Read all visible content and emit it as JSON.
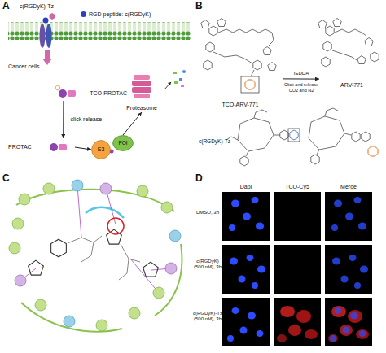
{
  "diagram": {
    "nodes": [
      {
        "text": [
          "TCO-PROTAC"
        ]
      },
      {
        "text": [
          "PROTAC"
        ]
      },
      {
        "text": [
          "E3"
        ]
      },
      {
        "text": [
          "POI"
        ]
      },
      {
        "text": [
          "Proteasome"
        ]
      },
      {
        "text": [
          "TCO-ARV-771"
        ]
      },
      {
        "text": [
          "ARV-771"
        ]
      },
      {
        "text": [
          "c(RGDyK)-Tz"
        ]
      }
    ],
    "edges": [
      {
        "from": 0,
        "to": 1,
        "label": "click release",
        "arrow": "to"
      },
      {
        "from": 1,
        "to": 2,
        "arrow": "to"
      },
      {
        "from": 3,
        "to": 4,
        "arrow": "to"
      },
      {
        "from": 5,
        "to": 6,
        "label": "IEDDA",
        "arrow": "to"
      }
    ],
    "labels": [
      "A",
      "B",
      "C",
      "D",
      "c(RGDyK)-Tz",
      "Cancer cells",
      "Click and release",
      "CO2 and N2",
      "Dapi",
      "TCO-Cy5",
      "Merge",
      "DMSO, 3h",
      "c(RGDyK) (500 nM), 3h",
      "c(RGDyK)-Tz (500 nM), 3h"
    ],
    "legend": [
      {
        "text": "RGD peptide: c(RGDyK)",
        "color": "#2b3fbf"
      }
    ]
  }
}
